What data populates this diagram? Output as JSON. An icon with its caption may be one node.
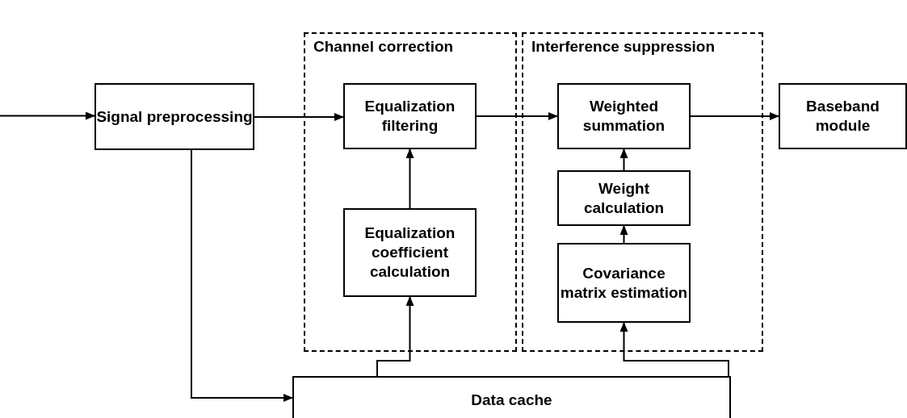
{
  "diagram": {
    "nodes": [
      {
        "text": [
          "Signal preprocessing"
        ]
      },
      {
        "text": [
          "Channel correction"
        ]
      },
      {
        "text": [
          "Equalization filtering"
        ],
        "in": 1
      },
      {
        "text": [
          "Equalization coefficient calculation"
        ],
        "in": 1
      },
      {
        "text": [
          "Interference suppression"
        ]
      },
      {
        "text": [
          "Weighted summation"
        ],
        "in": 4
      },
      {
        "text": [
          "Weight calculation"
        ],
        "in": 4
      },
      {
        "text": [
          "Covariance matrix estimation"
        ],
        "in": 4
      },
      {
        "text": [
          "Baseband module"
        ]
      },
      {
        "text": [
          "Data cache"
        ]
      }
    ],
    "edges": [
      {
        "from": null,
        "to": 0,
        "arrow": "to"
      },
      {
        "from": 0,
        "to": 2,
        "arrow": "to"
      },
      {
        "from": 2,
        "to": 5,
        "arrow": "to"
      },
      {
        "from": 5,
        "to": 8,
        "arrow": "to"
      },
      {
        "from": 3,
        "to": 2,
        "arrow": "to"
      },
      {
        "from": 9,
        "to": 3,
        "arrow": "to"
      },
      {
        "from": 7,
        "to": 6,
        "arrow": "to"
      },
      {
        "from": 6,
        "to": 5,
        "arrow": "to"
      },
      {
        "from": 9,
        "to": 7,
        "arrow": "to"
      },
      {
        "from": 0,
        "to": 9,
        "arrow": "to"
      }
    ]
  }
}
